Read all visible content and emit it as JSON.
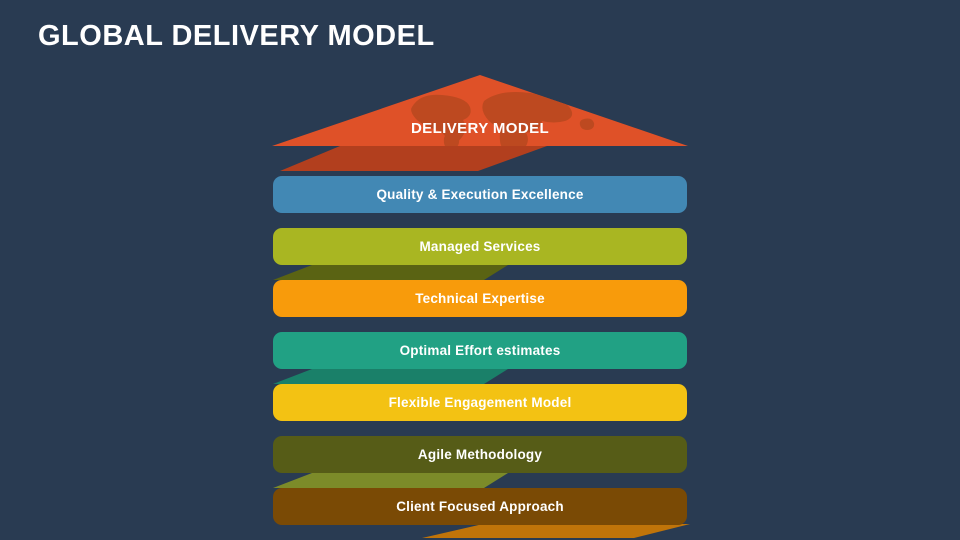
{
  "slide": {
    "title": "GLOBAL DELIVERY MODEL",
    "background_color": "#293B52"
  },
  "pyramid": {
    "label": "DELIVERY MODEL",
    "color": "#DF5128",
    "map_color": "#BD4920",
    "icon": "world-map"
  },
  "bars": [
    {
      "label": "Quality & Execution Excellence",
      "color": "#4288B4"
    },
    {
      "label": "Managed Services",
      "color": "#A9B622"
    },
    {
      "label": "Technical Expertise",
      "color": "#F89B0B"
    },
    {
      "label": "Optimal Effort estimates",
      "color": "#21A184"
    },
    {
      "label": "Flexible Engagement Model",
      "color": "#F3C213"
    },
    {
      "label": "Agile Methodology",
      "color": "#565C17"
    },
    {
      "label": "Client Focused Approach",
      "color": "#7A4A05"
    }
  ],
  "ribbon_folds": [
    {
      "color": "#B23F1E"
    },
    {
      "color": "#5A6313"
    },
    {
      "color": "#1A8069"
    },
    {
      "color": "#7C8B29"
    },
    {
      "color": "#C07409"
    }
  ]
}
